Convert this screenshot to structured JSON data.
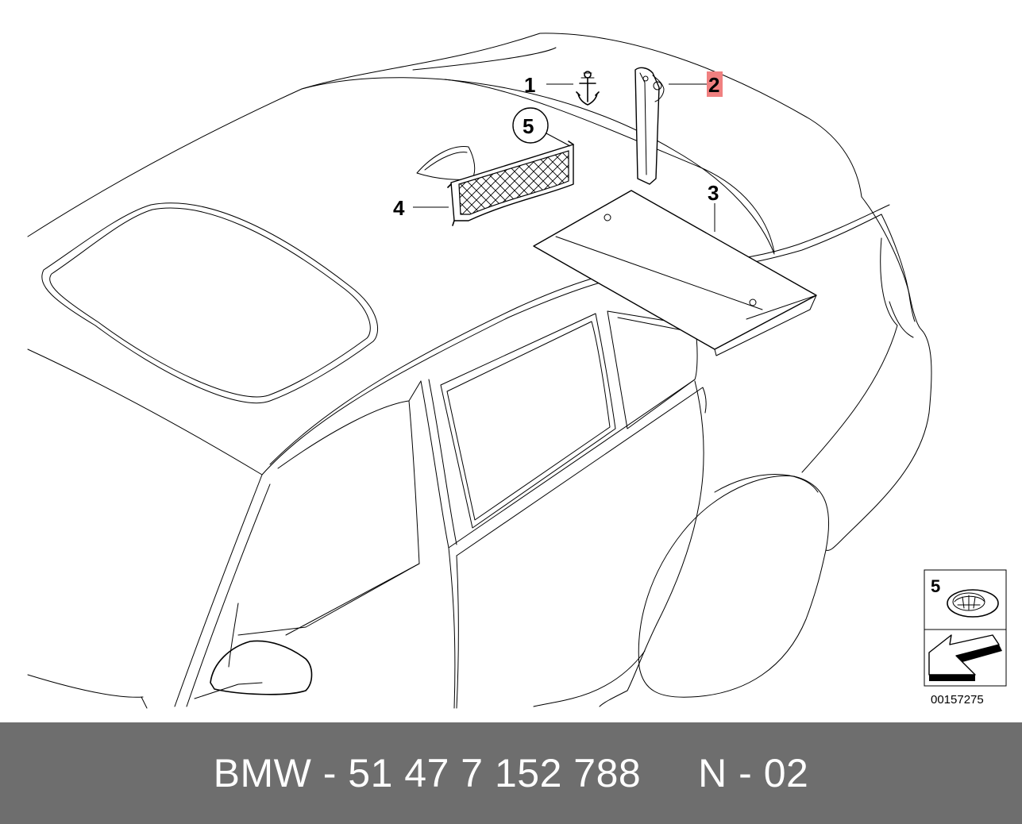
{
  "diagram": {
    "callouts": {
      "c1": "1",
      "c2": "2",
      "c3": "3",
      "c4": "4",
      "c5": "5",
      "inset5": "5"
    },
    "highlight_color": "#f08080",
    "drawing_number": "00157275"
  },
  "footer": {
    "text": "BMW - 51 47 7 152 788     N - 02",
    "background": "#6e6e6e"
  }
}
